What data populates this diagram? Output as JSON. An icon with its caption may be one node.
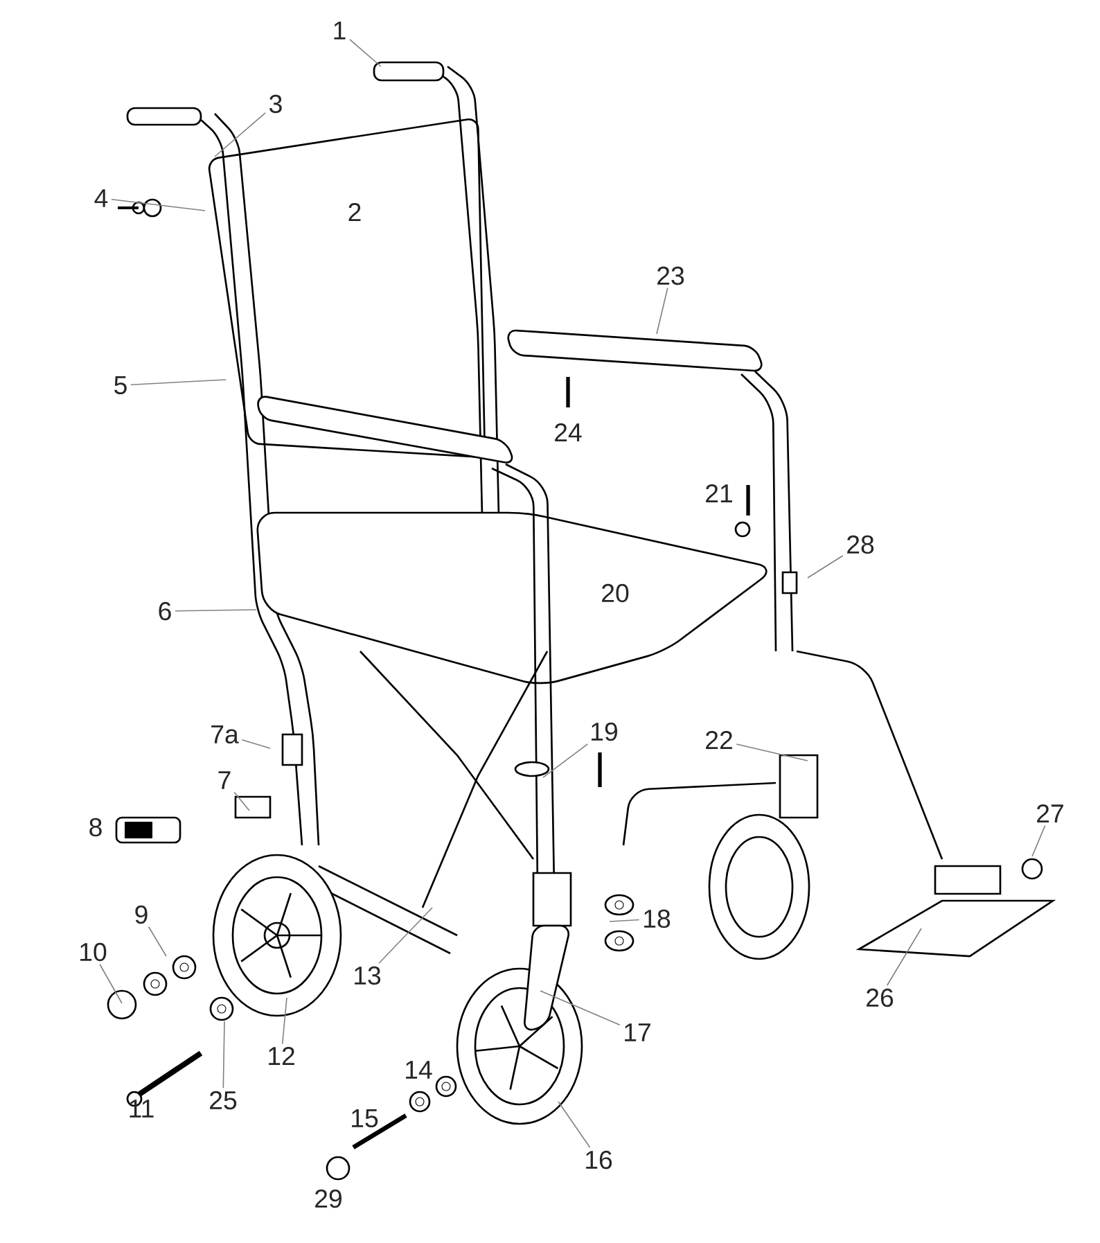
{
  "diagram": {
    "nodes": [
      {
        "text": [
          "1"
        ]
      },
      {
        "text": [
          "3"
        ]
      },
      {
        "text": [
          "4"
        ]
      },
      {
        "text": [
          "5"
        ]
      },
      {
        "text": [
          "6"
        ]
      },
      {
        "text": [
          "7a"
        ]
      },
      {
        "text": [
          "7"
        ]
      },
      {
        "text": [
          "9"
        ]
      },
      {
        "text": [
          "10"
        ]
      },
      {
        "text": [
          "12"
        ]
      },
      {
        "text": [
          "13"
        ]
      },
      {
        "text": [
          "16"
        ]
      },
      {
        "text": [
          "17"
        ]
      },
      {
        "text": [
          "18"
        ]
      },
      {
        "text": [
          "19"
        ]
      },
      {
        "text": [
          "22"
        ]
      },
      {
        "text": [
          "23"
        ]
      },
      {
        "text": [
          "25"
        ]
      },
      {
        "text": [
          "26"
        ]
      },
      {
        "text": [
          "27"
        ]
      },
      {
        "text": [
          "28"
        ]
      }
    ],
    "edges": [
      {
        "from": 0,
        "to": null,
        "arrow": "none"
      },
      {
        "from": 1,
        "to": null,
        "arrow": "none"
      },
      {
        "from": 2,
        "to": null,
        "arrow": "none"
      },
      {
        "from": 3,
        "to": null,
        "arrow": "none"
      },
      {
        "from": 4,
        "to": null,
        "arrow": "none"
      },
      {
        "from": 5,
        "to": null,
        "arrow": "none"
      },
      {
        "from": 6,
        "to": null,
        "arrow": "none"
      },
      {
        "from": 7,
        "to": null,
        "arrow": "none"
      },
      {
        "from": 8,
        "to": null,
        "arrow": "none"
      },
      {
        "from": 9,
        "to": null,
        "arrow": "none"
      },
      {
        "from": 10,
        "to": null,
        "arrow": "none"
      },
      {
        "from": 11,
        "to": null,
        "arrow": "none"
      },
      {
        "from": 12,
        "to": null,
        "arrow": "none"
      },
      {
        "from": 13,
        "to": null,
        "arrow": "none"
      },
      {
        "from": 14,
        "to": null,
        "arrow": "none"
      },
      {
        "from": 15,
        "to": null,
        "arrow": "none"
      },
      {
        "from": 16,
        "to": null,
        "arrow": "none"
      },
      {
        "from": 17,
        "to": null,
        "arrow": "none"
      },
      {
        "from": 18,
        "to": null,
        "arrow": "none"
      },
      {
        "from": 19,
        "to": null,
        "arrow": "none"
      },
      {
        "from": 20,
        "to": null,
        "arrow": "none"
      }
    ],
    "labels": [
      "2",
      "24",
      "21",
      "20",
      "8",
      "11",
      "14",
      "15",
      "29"
    ]
  }
}
